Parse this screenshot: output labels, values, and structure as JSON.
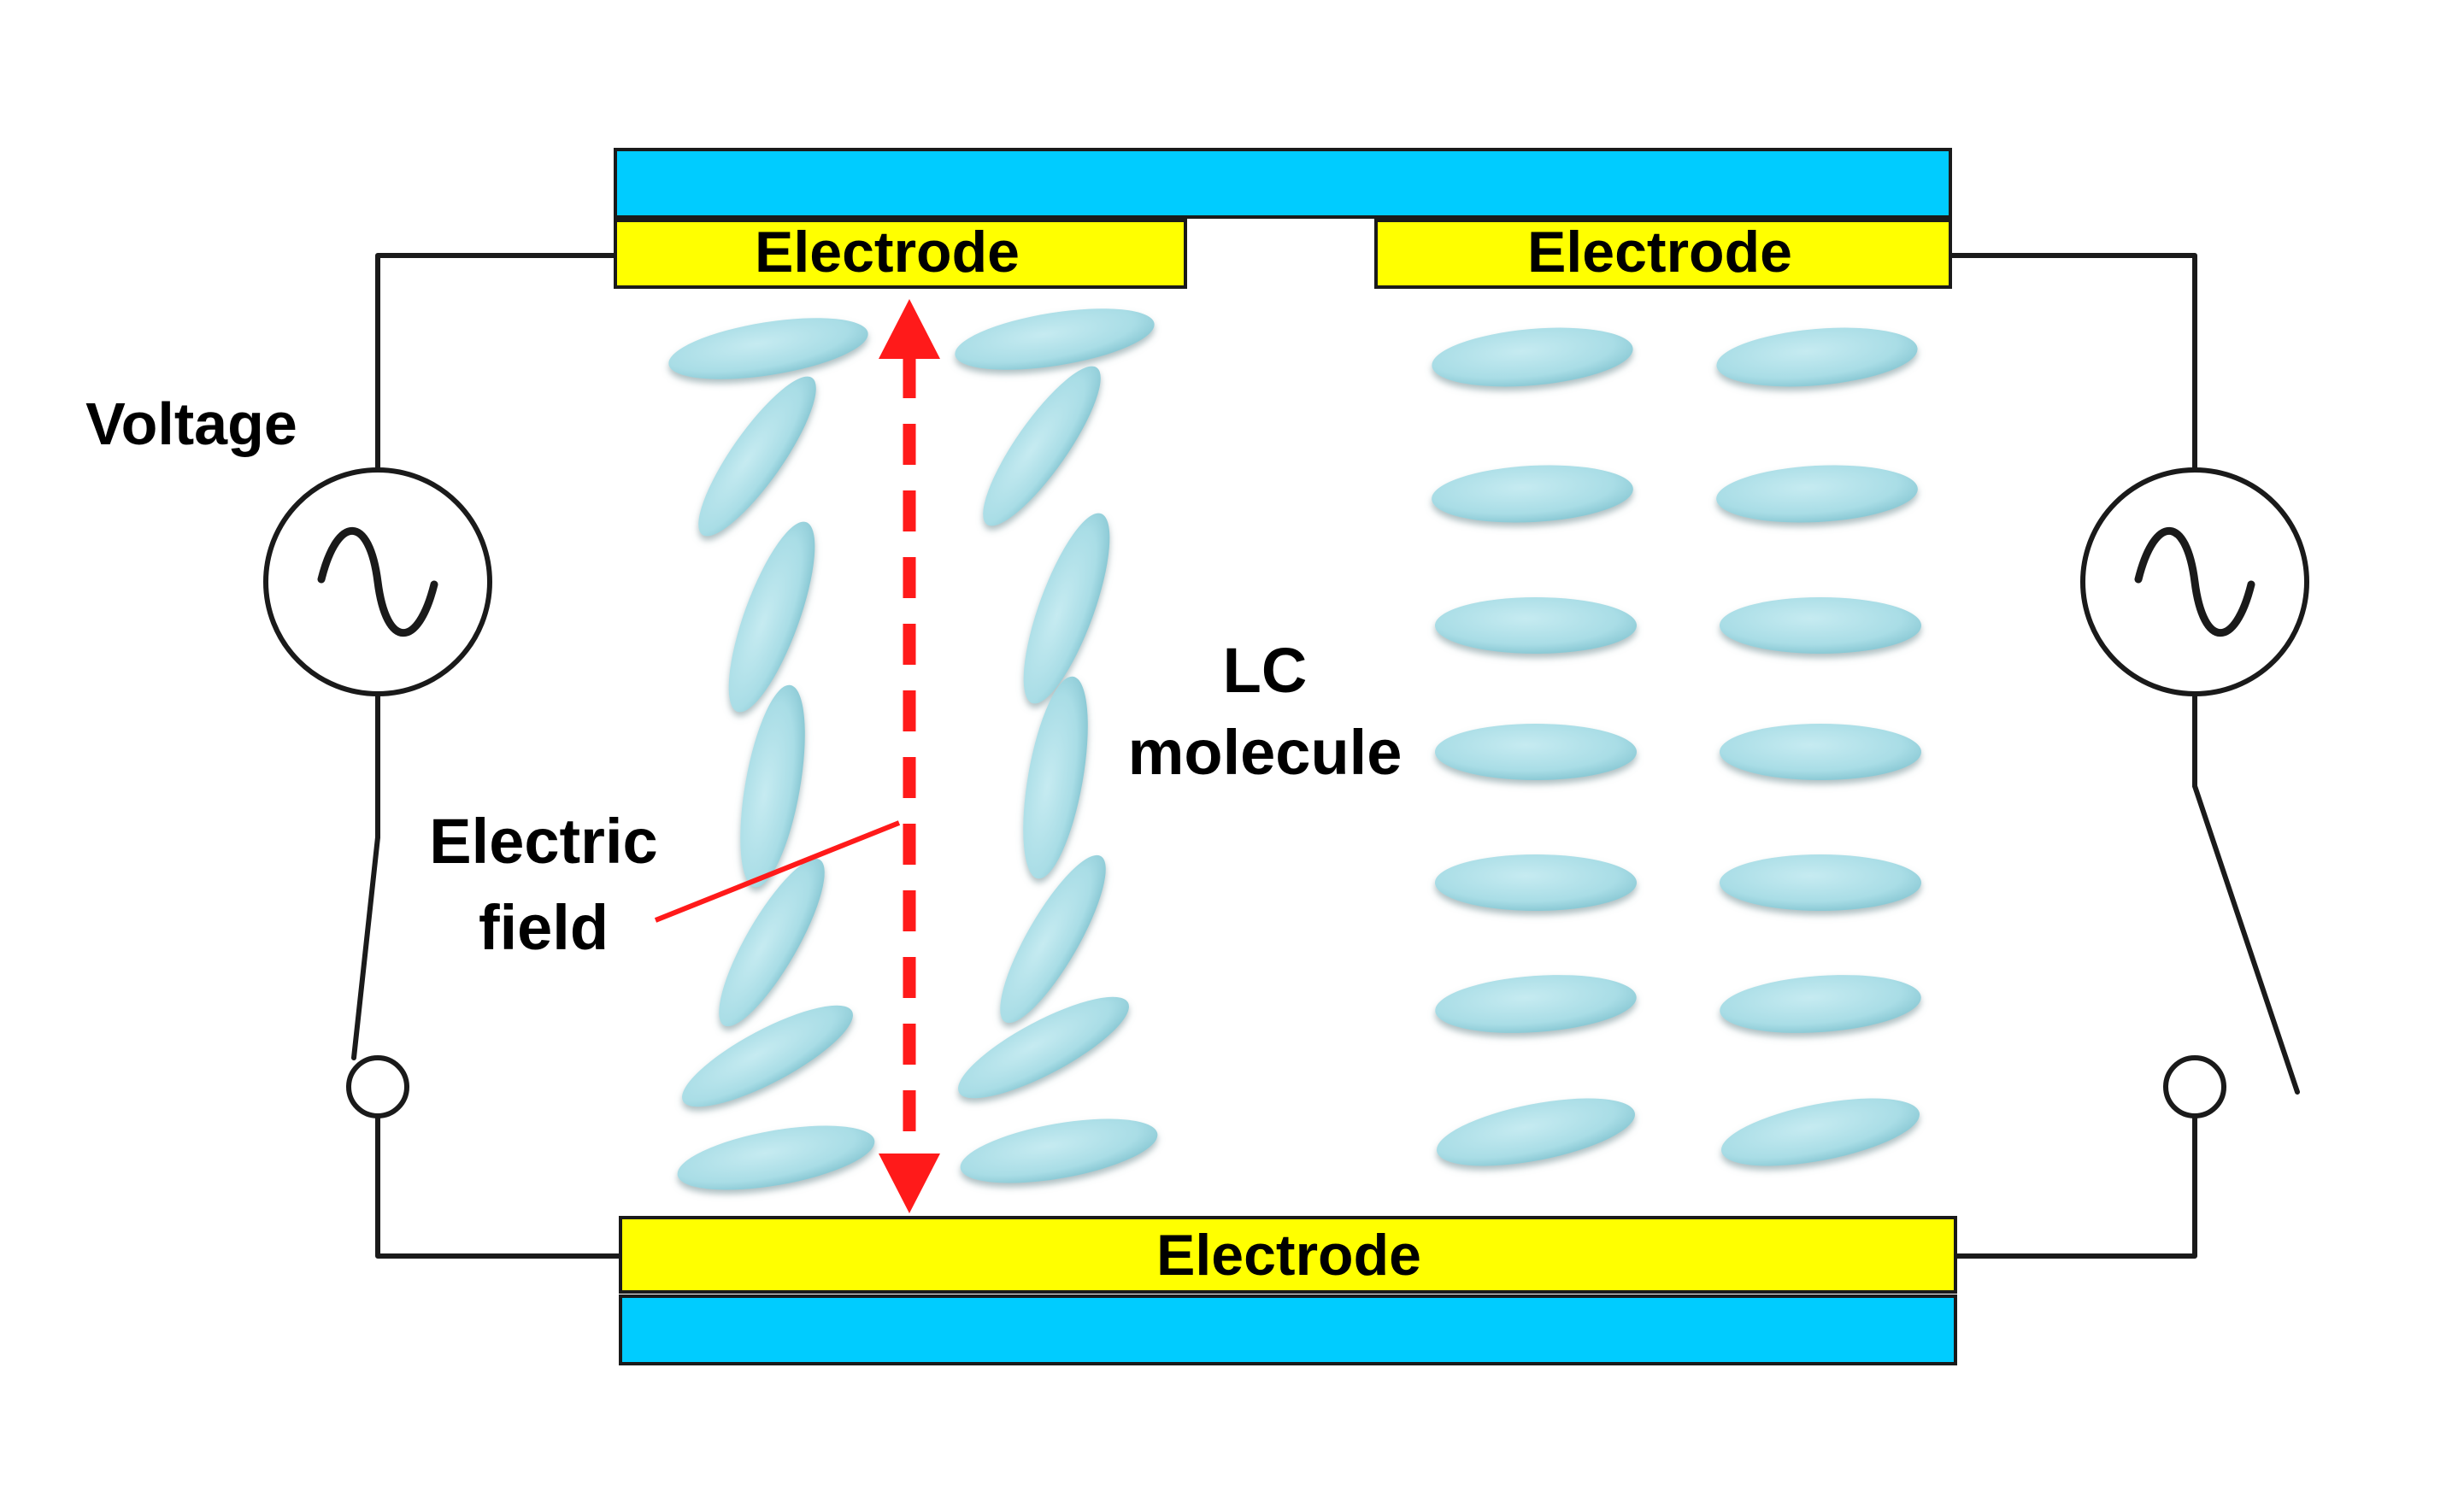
{
  "labels": {
    "electrode_top_left": "Electrode",
    "electrode_top_right": "Electrode",
    "electrode_bottom": "Electrode",
    "voltage": "Voltage",
    "electric_field_line1": "Electric",
    "electric_field_line2": "field",
    "lc_line1": "LC",
    "lc_line2": "molecule"
  },
  "symbols": {
    "ac_source": "~"
  },
  "colors": {
    "glass": "#00CCFF",
    "electrode": "#FFFF00",
    "molecule": "#A9DDE6",
    "field": "#FF1A1A",
    "wire": "#1a1a1a"
  },
  "icons": {
    "left_source": "ac-voltage-source-icon",
    "right_source": "ac-voltage-source-icon",
    "left_switch": "closed-switch-icon",
    "right_switch": "open-switch-icon"
  }
}
